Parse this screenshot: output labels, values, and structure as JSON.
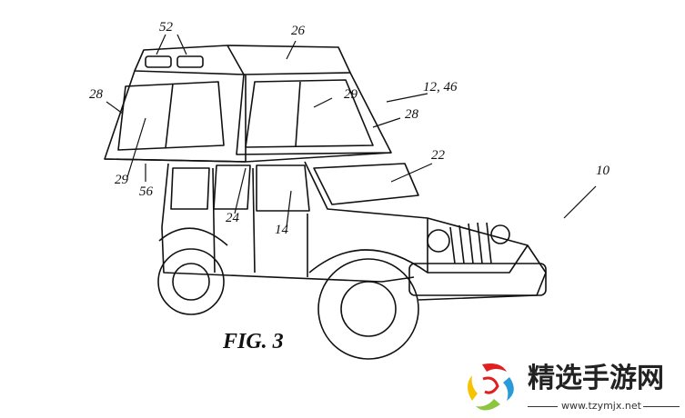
{
  "figure": {
    "caption": "FIG. 3",
    "reference_numerals": {
      "lights": "52",
      "roof": "26",
      "window_front": "29",
      "camper": "12, 46",
      "side_panel_right": "28",
      "side_panel_left": "28",
      "window_left": "29",
      "base": "56",
      "windshield": "22",
      "vehicle": "10",
      "pillar": "24",
      "door": "14"
    }
  },
  "watermark": {
    "title": "精选手游网",
    "url": "www.tzymjx.net",
    "colors": [
      "#e02020",
      "#2a9ad8",
      "#8cc63f",
      "#f5c400"
    ]
  }
}
